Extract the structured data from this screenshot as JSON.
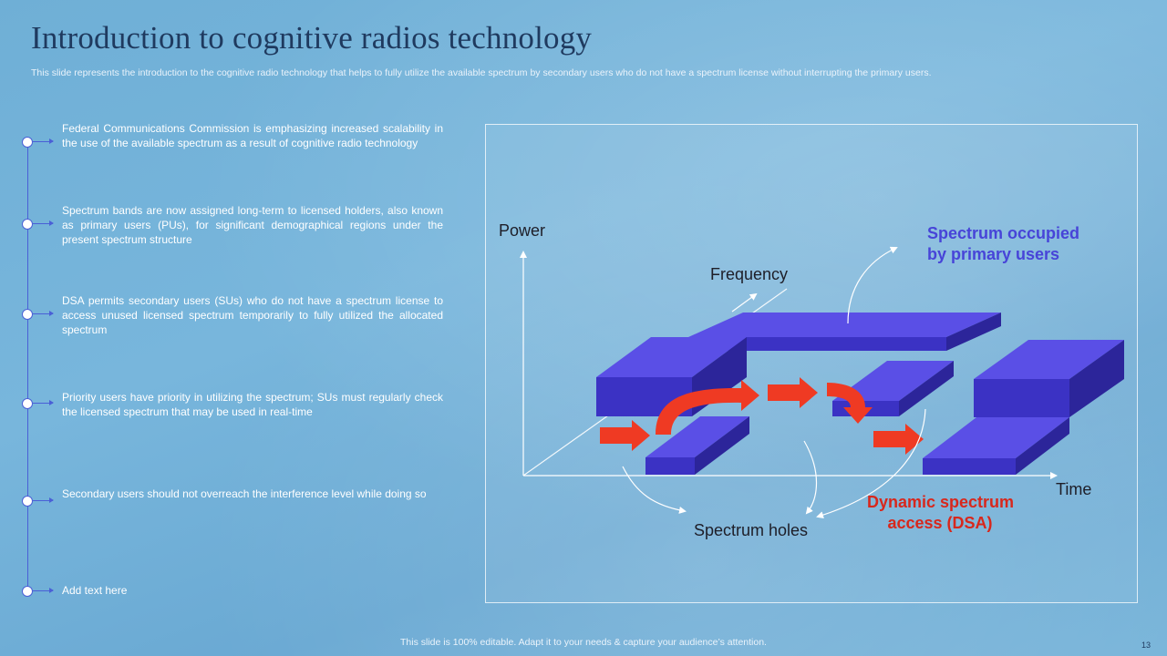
{
  "slide": {
    "title": "Introduction to cognitive radios technology",
    "subtitle": "This slide represents the introduction to the cognitive radio technology that helps to fully utilize the available spectrum by secondary users who do not have a spectrum license without interrupting the primary users.",
    "footer": "This slide is 100% editable. Adapt it to your needs & capture your audience’s attention.",
    "page_number": "13"
  },
  "timeline": {
    "items": [
      {
        "text": "Federal Communications Commission is emphasizing increased scalability in the use of the available  spectrum as a result of cognitive radio technology"
      },
      {
        "text": "Spectrum bands are now assigned long-term to licensed holders, also known as primary users (PUs), for significant demographical regions under the present spectrum structure"
      },
      {
        "text": "DSA permits secondary users (SUs) who do not have  a spectrum license to access unused licensed spectrum temporarily to fully utilized the allocated spectrum"
      },
      {
        "text": "Priority users have  priority in utilizing the spectrum; SUs must regularly check the licensed spectrum that may be used in real-time"
      },
      {
        "text": "Secondary users should not overreach  the interference  level while doing so"
      },
      {
        "text": "Add text here"
      }
    ]
  },
  "diagram": {
    "power_label": "Power",
    "frequency_label": "Frequency",
    "time_label": "Time",
    "occupied_label_line1": "Spectrum occupied",
    "occupied_label_line2": "by primary users",
    "holes_label": "Spectrum holes",
    "dsa_label_line1": "Dynamic spectrum",
    "dsa_label_line2": "access (DSA)",
    "colors": {
      "block_front": "#3b32c4",
      "block_top": "#5a4fe6",
      "block_side": "#2c259a",
      "arrow": "#ef3a23",
      "occupied_text": "#4744d8",
      "dsa_text": "#d8271c"
    }
  }
}
